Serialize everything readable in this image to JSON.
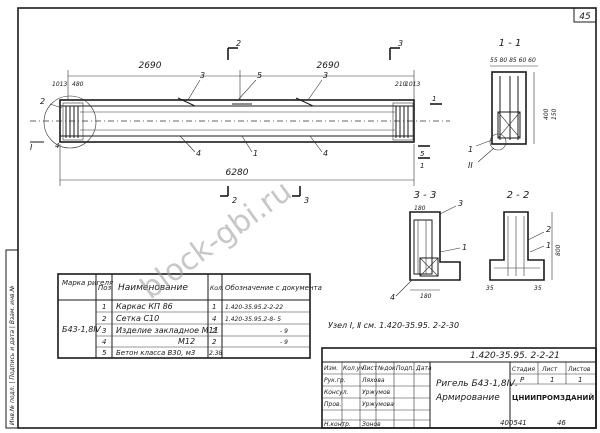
{
  "sheet": {
    "page_number": "45",
    "footer_code": "400541",
    "footer_sheet": "46",
    "watermark": "block-gbi.ru",
    "side_stamp": "Инв.№ подл. | Подпись и дата | Взам. инв.№"
  },
  "beam": {
    "dim_left": "2690",
    "dim_right": "2690",
    "dim_total": "6280",
    "dim_small_left_a": "1013",
    "dim_small_left_b": "480",
    "dim_small_right_a": "210",
    "dim_small_right_b": "1013",
    "pos_3": "3",
    "pos_5": "5",
    "pos_4": "4",
    "pos_1": "1",
    "pos_2": "2",
    "cut_2": "2",
    "cut_3": "3",
    "cut_I": "I"
  },
  "section_11": {
    "title": "1 - 1",
    "dims_top": "55 80 85 60 60",
    "dim_side": "400",
    "dim_side2": "150",
    "label_1": "1",
    "label_2": "II"
  },
  "section_33": {
    "title": "3 - 3",
    "dim_top": "180",
    "dim_bottom": "180",
    "label_3": "3",
    "label_4": "4",
    "label_1": "1"
  },
  "section_22": {
    "title": "2 - 2",
    "dim_side": "800",
    "dim_left": "35",
    "dim_right": "35",
    "label_2": "2",
    "label_1": "1"
  },
  "table": {
    "headers": [
      "Марка ригеля",
      "Поз.",
      "Наименование",
      "Кол.",
      "Обозначение с документа"
    ],
    "mark": "Б43-1,8Ⅳ",
    "rows": [
      {
        "pos": "1",
        "name": "Каркас КП 86",
        "qty": "1",
        "doc": "1.420-35.95.2-2-22"
      },
      {
        "pos": "2",
        "name": "Сетка С10",
        "qty": "4",
        "doc": "1.420-35.95.2-8- 5"
      },
      {
        "pos": "3",
        "name": "Изделие закладное М11",
        "qty": "2",
        "doc": "- 9"
      },
      {
        "pos": "4",
        "name": "М12",
        "qty": "2",
        "doc": "- 9"
      },
      {
        "pos": "5",
        "name": "Бетон класса В30, м3",
        "qty": "2.38",
        "doc": ""
      }
    ]
  },
  "note": "Узел  I, Ⅱ см.  1.420-35.95. 2-2-30",
  "title_block": {
    "code": "1.420-35.95. 2-2-21",
    "title_line1": "Ригель Б43-1,8Ⅳ.",
    "title_line2": "Армирование",
    "stage": "Р",
    "sheet": "1",
    "sheets": "1",
    "stage_label": "Стадия",
    "sheet_label": "Лист",
    "sheets_label": "Листов",
    "org": "ЦНИИПРОМЗДАНИЙ",
    "row_labels": [
      "Изм.",
      "Кол.уч.",
      "Лист",
      "№док.",
      "Подп.",
      "Дата"
    ],
    "people": [
      {
        "role": "Рук.гр.",
        "name": "Ляхова"
      },
      {
        "role": "Консул.",
        "name": "Уржумов"
      },
      {
        "role": "Пров.",
        "name": "Уржумова"
      },
      {
        "role": "Н.контр.",
        "name": "Зонов"
      }
    ]
  }
}
